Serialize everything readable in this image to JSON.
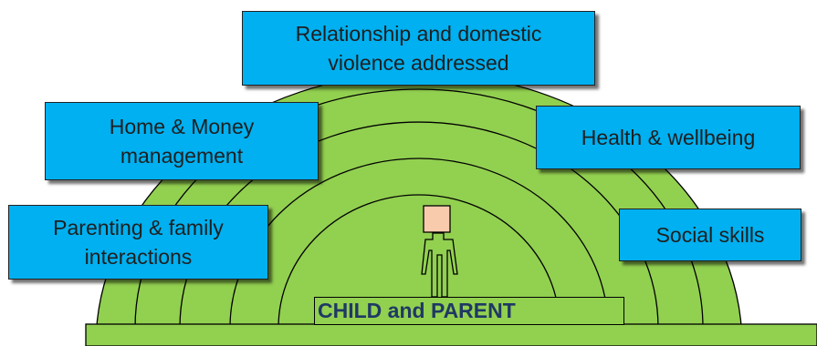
{
  "colors": {
    "ground": "#92d050",
    "box_fill": "#00b0f0",
    "outline": "#000000",
    "figure_head": "#f8cbad",
    "center_text": "#1f3864"
  },
  "boxes": {
    "relationship": "Relationship and domestic\nviolence addressed",
    "home": "Home & Money\nmanagement",
    "health": "Health & wellbeing",
    "parenting": "Parenting & family\ninteractions",
    "social": "Social skills"
  },
  "center_label": "CHILD and PARENT",
  "figure": {
    "icon": "person-figure-icon"
  }
}
